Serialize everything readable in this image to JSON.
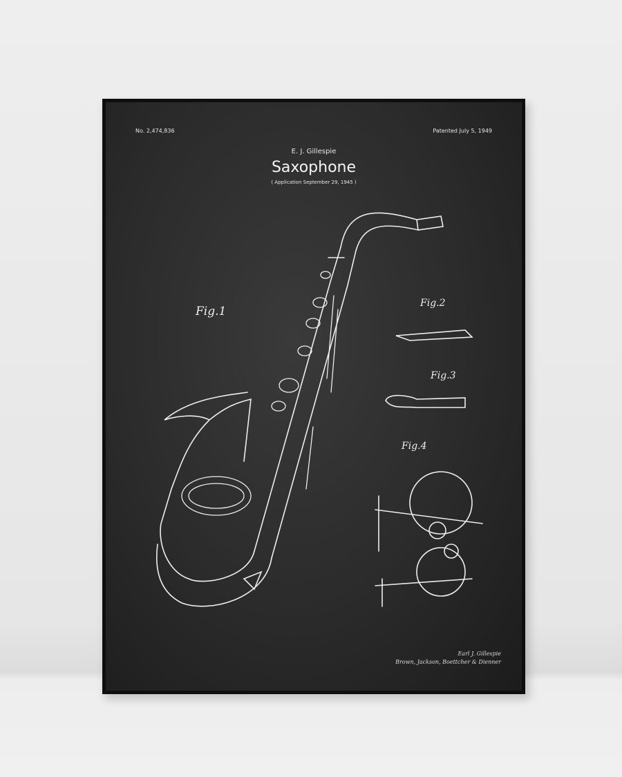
{
  "poster": {
    "patent_number": "No. 2,474,836",
    "patent_date": "Patented July 5, 1949",
    "inventor": "E. J. Gillespie",
    "title": "Saxophone",
    "application": "( Application September 29, 1945 )",
    "figures": [
      "Fig.1",
      "Fig.2",
      "Fig.3",
      "Fig.4"
    ],
    "signature": {
      "inventor_line": "Earl J. Gillespie",
      "attorneys_line": "Brown, Jackson, Boettcher & Dienner"
    }
  },
  "colors": {
    "wall": "#e9e9e9",
    "chalkboard": "#2b2b2b",
    "frame": "#0e0e0e",
    "chalk": "#eeeeee"
  }
}
